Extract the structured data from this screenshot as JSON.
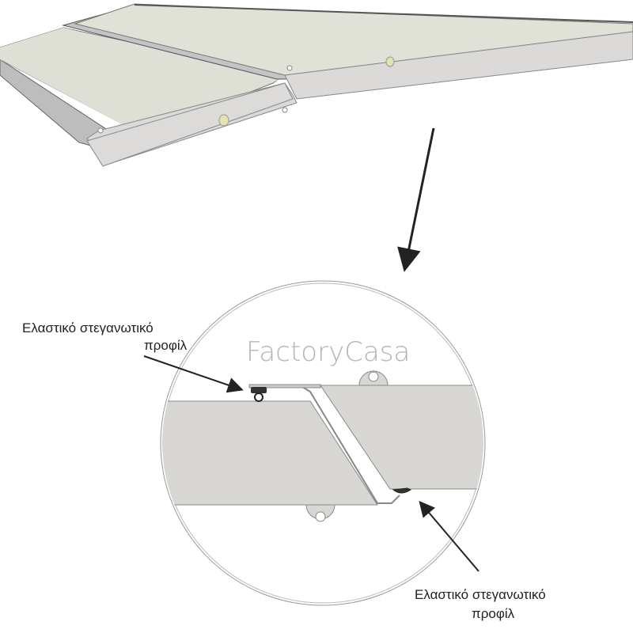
{
  "labels": {
    "top_seal_line1": "Ελαστικό στεγανωτικό",
    "top_seal_line2": "προφίλ",
    "bottom_seal_line1": "Ελαστικό στεγανωτικό",
    "bottom_seal_line2": "προφίλ"
  },
  "watermark": "FactoryCasa",
  "colors": {
    "panel_top": "#dfe0d6",
    "panel_side": "#dcdad8",
    "section_fill": "#d9d7d3",
    "outline": "#777777",
    "text": "#222222",
    "watermark": "#b5b5b5"
  }
}
